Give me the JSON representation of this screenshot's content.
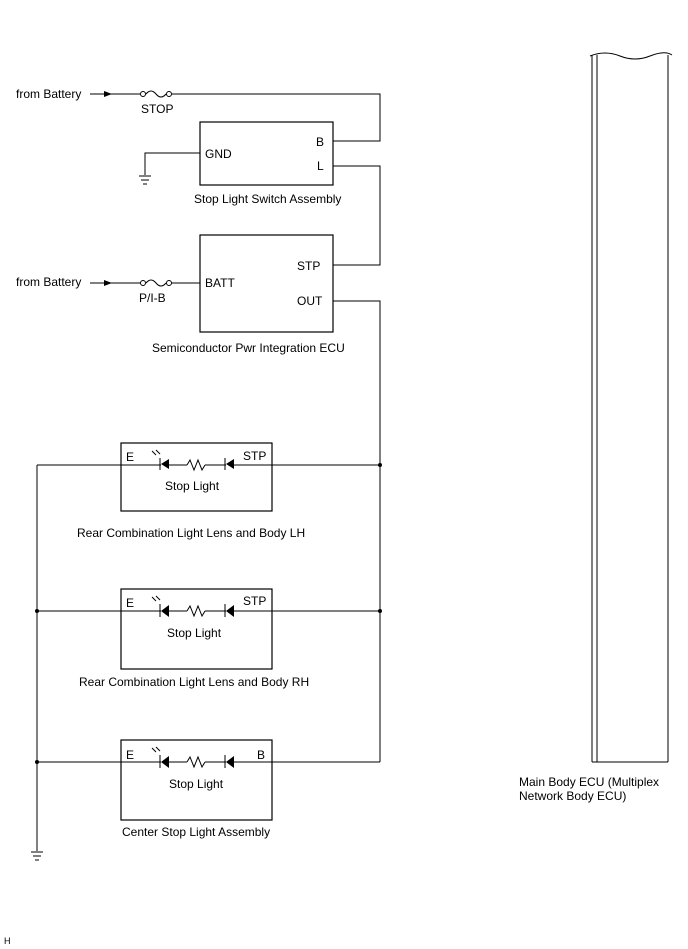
{
  "sources": {
    "from_battery_1": "from Battery",
    "from_battery_2": "from Battery"
  },
  "fuses": {
    "stop": "STOP",
    "pib": "P/I-B"
  },
  "stop_switch": {
    "name": "Stop Light Switch Assembly",
    "pins": {
      "gnd": "GND",
      "b": "B",
      "l": "L"
    }
  },
  "pwr_ecu": {
    "name": "Semiconductor Pwr Integration ECU",
    "pins": {
      "batt": "BATT",
      "stp": "STP",
      "out": "OUT"
    }
  },
  "rear_lh": {
    "name": "Rear Combination Light Lens and Body LH",
    "inner": "Stop Light",
    "pins": {
      "e": "E",
      "stp": "STP"
    }
  },
  "rear_rh": {
    "name": "Rear Combination Light Lens and Body RH",
    "inner": "Stop Light",
    "pins": {
      "e": "E",
      "stp": "STP"
    }
  },
  "center": {
    "name": "Center Stop Light Assembly",
    "inner": "Stop Light",
    "pins": {
      "e": "E",
      "b": "B"
    }
  },
  "main_ecu": {
    "name_line1": "Main Body ECU (Multiplex",
    "name_line2": "Network Body ECU)"
  },
  "corner_mark": "H"
}
